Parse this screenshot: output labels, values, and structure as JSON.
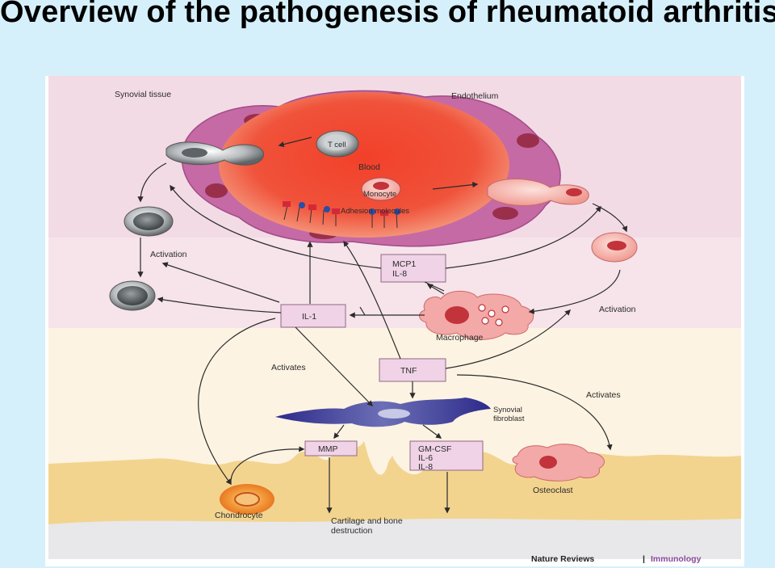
{
  "slide": {
    "title": "Overview of the pathogenesis of rheumatoid arthritis"
  },
  "diagram": {
    "regions": {
      "synovial_tissue": "Synovial tissue",
      "endothelium": "Endothelium",
      "blood": "Blood"
    },
    "cells": {
      "t_cell": "T cell",
      "monocyte": "Monocyte",
      "macrophage": "Macrophage",
      "synovial_fibroblast_line1": "Synovial",
      "synovial_fibroblast_line2": "fibroblast",
      "chondrocyte": "Chondrocyte",
      "osteoclast": "Osteoclast"
    },
    "molecules": {
      "adhesion": "Adhesion molecules"
    },
    "boxes": {
      "mcp1": "MCP1",
      "il8": "IL-8",
      "il1": "IL-1",
      "tnf": "TNF",
      "mmp": "MMP",
      "gmcsf": "GM-CSF",
      "il6": "IL-6",
      "il8b": "IL-8"
    },
    "labels": {
      "activation_left": "Activation",
      "activation_right": "Activation",
      "activates_left": "Activates",
      "activates_right": "Activates",
      "destruction_line1": "Cartilage and bone",
      "destruction_line2": "destruction"
    },
    "credit": {
      "journal": "Nature Reviews",
      "separator": "|",
      "section": "Immunology"
    },
    "colors": {
      "blood": "#f0402a",
      "endothelium": "#c56aa4",
      "synovial_band": "#f3dbe6",
      "joint_band": "#fdf3e2",
      "bone": "#f3d48f",
      "box_fill": "#f0d3e6",
      "credit_accent": "#8a4a9c"
    }
  }
}
